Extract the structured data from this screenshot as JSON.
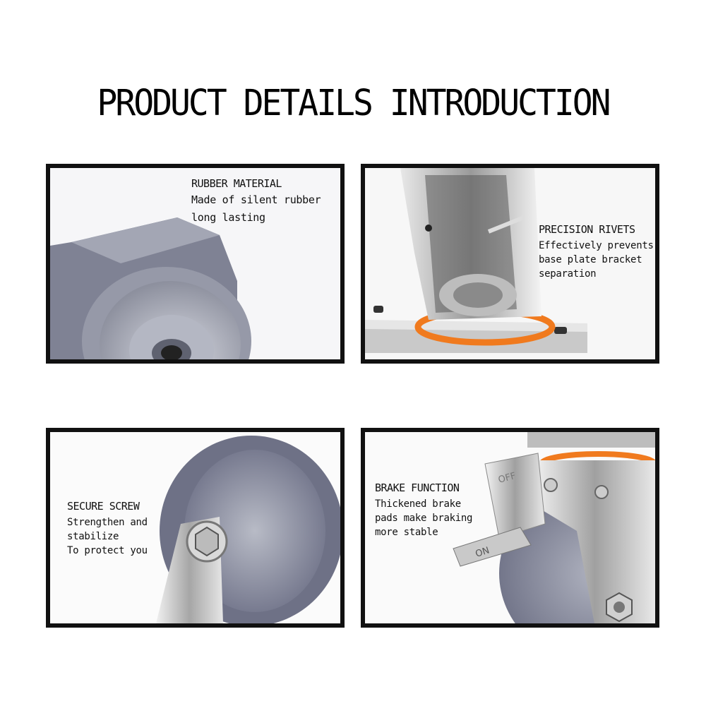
{
  "title": "PRODUCT DETAILS INTRODUCTION",
  "panels": [
    {
      "heading": "RUBBER MATERIAL",
      "lines": [
        "Made of silent rubber",
        "long lasting"
      ]
    },
    {
      "heading": "PRECISION RIVETS",
      "lines": [
        "Effectively prevents",
        "base plate bracket",
        "separation"
      ]
    },
    {
      "heading": "SECURE SCREW",
      "lines": [
        "Strengthen and",
        "stabilize",
        "To protect you"
      ]
    },
    {
      "heading": "BRAKE FUNCTION",
      "lines": [
        "Thickened brake",
        "pads make braking",
        "more stable"
      ]
    }
  ],
  "labels": {
    "brake_off": "OFF",
    "brake_on": "ON"
  },
  "colors": {
    "wheel": "#8c8f9d",
    "orange_ring": "#f07a1e",
    "frame": "#111111"
  }
}
